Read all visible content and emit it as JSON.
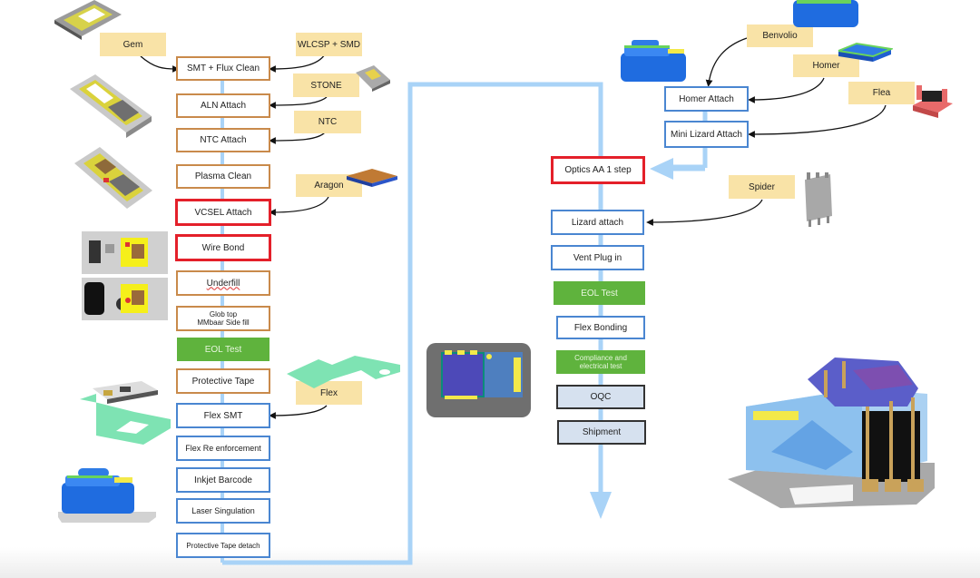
{
  "colors": {
    "flow_line": "#a9d3f7",
    "tag_fill": "#f9e3a7",
    "highlight": "#e4202a",
    "test_green": "#5fb33d",
    "left_border": "#c98a4b",
    "right_border": "#4a86d1"
  },
  "left_column": {
    "steps": [
      {
        "label": "SMT + Flux Clean",
        "style": "orange"
      },
      {
        "label": "ALN Attach",
        "style": "orange"
      },
      {
        "label": "NTC Attach",
        "style": "orange"
      },
      {
        "label": "Plasma Clean",
        "style": "orange"
      },
      {
        "label": "VCSEL Attach",
        "style": "red"
      },
      {
        "label": "Wire Bond",
        "style": "red"
      },
      {
        "label": "Underfill",
        "style": "orange"
      },
      {
        "label_line1": "Glob top",
        "label_line2": "MMbaar Side fill",
        "style": "orange"
      },
      {
        "label": "EOL Test",
        "style": "green"
      },
      {
        "label": "Protective Tape",
        "style": "orange"
      },
      {
        "label": "Flex SMT",
        "style": "blue"
      },
      {
        "label": "Flex Re enforcement",
        "style": "blue"
      },
      {
        "label": "Inkjet Barcode",
        "style": "blue"
      },
      {
        "label": "Laser Singulation",
        "style": "blue"
      },
      {
        "label": "Protective Tape detach",
        "style": "blue"
      }
    ],
    "inputs": [
      {
        "label": "Gem",
        "feeds": "SMT + Flux Clean"
      },
      {
        "label": "WLCSP + SMD",
        "feeds": "SMT + Flux Clean"
      },
      {
        "label": "STONE",
        "feeds": "ALN Attach"
      },
      {
        "label": "NTC",
        "feeds": "NTC Attach"
      },
      {
        "label": "Aragon",
        "feeds": "VCSEL Attach"
      },
      {
        "label": "Flex",
        "feeds": "Flex SMT"
      }
    ]
  },
  "right_column": {
    "sub_steps": [
      {
        "label": "Homer Attach",
        "style": "blue"
      },
      {
        "label": "Mini Lizard Attach",
        "style": "blue"
      }
    ],
    "steps": [
      {
        "label": "Optics AA 1 step",
        "style": "red"
      },
      {
        "label": "Lizard attach",
        "style": "blue"
      },
      {
        "label": "Vent Plug in",
        "style": "blue"
      },
      {
        "label": "EOL Test",
        "style": "green"
      },
      {
        "label": "Flex Bonding",
        "style": "blue"
      },
      {
        "label_line1": "Compliance and",
        "label_line2": "electrical test",
        "style": "green"
      },
      {
        "label": "OQC",
        "style": "grey"
      },
      {
        "label": "Shipment",
        "style": "grey"
      }
    ],
    "inputs": [
      {
        "label": "Benvolio",
        "feeds": "Homer Attach"
      },
      {
        "label": "Homer",
        "feeds": "Homer Attach"
      },
      {
        "label": "Flea",
        "feeds": "Mini Lizard Attach"
      },
      {
        "label": "Spider",
        "feeds": "Lizard attach"
      }
    ]
  },
  "images": [
    "gem-substrate",
    "aln-substrate",
    "ntc-substrate",
    "vcsel-top-view",
    "wirebond-top-view",
    "stone-component",
    "aragon-component",
    "flex-part",
    "flex-assembly",
    "blue-module",
    "benvolio-module",
    "homer-module",
    "flea-part",
    "spider-part",
    "optics-top-view",
    "final-assembly"
  ]
}
